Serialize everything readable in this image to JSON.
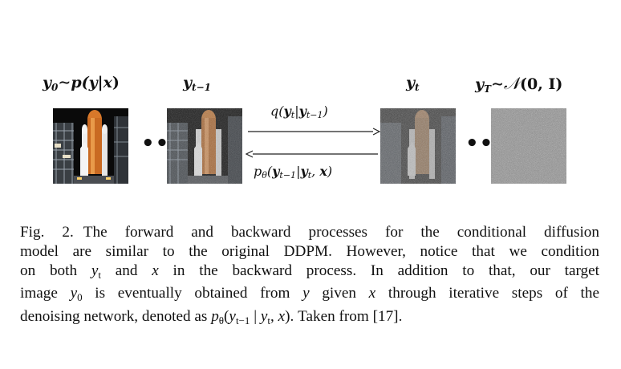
{
  "figure": {
    "labels": {
      "y0": {
        "var": "y",
        "sub": "0",
        "rel": "∼",
        "dist": "p(",
        "arg": "y",
        "bar": "|",
        "cond": "x",
        "close": ")"
      },
      "ytm1": {
        "var": "y",
        "sub": "t−1"
      },
      "yt": {
        "var": "y",
        "sub": "t"
      },
      "yT": {
        "var": "y",
        "sub": "T",
        "rel": "∼",
        "dist": "𝒩",
        "params": "(0, I)"
      }
    },
    "forward_label": {
      "fn": "q(",
      "arg": "y",
      "arg_sub": "t",
      "bar": "|",
      "cond": "y",
      "cond_sub": "t−1",
      "close": ")"
    },
    "backward_label": {
      "fn": "p",
      "fn_sub": "θ",
      "open": "(",
      "arg": "y",
      "arg_sub": "t−1",
      "bar": "|",
      "cond": "y",
      "cond_sub": "t",
      "comma": ", ",
      "cond2": "x",
      "close": ")"
    },
    "ellipsis": "••",
    "noise_levels": [
      0.0,
      0.35,
      0.6,
      1.0
    ]
  },
  "caption": {
    "fig_num": "Fig. 2.",
    "lines": [
      "The forward and backward processes for the conditional diffusion",
      "model are similar to the original DDPM. However, notice that we condition",
      [
        "on both ",
        {
          "v": "y",
          "s": "t"
        },
        " and ",
        {
          "v": "x"
        },
        " in the backward process. In addition to that, our target"
      ],
      [
        "image ",
        {
          "v": "y",
          "s": "0"
        },
        " is eventually obtained from ",
        {
          "v": "y"
        },
        " given ",
        {
          "v": "x"
        },
        " through iterative steps of the"
      ],
      [
        "denoising network, denoted as ",
        {
          "v": "p",
          "s": "θ"
        },
        "(",
        {
          "v": "y",
          "s": "t−1"
        },
        " | ",
        {
          "v": "y",
          "s": "t"
        },
        ", ",
        {
          "v": "x"
        },
        "). Taken from [17]."
      ]
    ]
  }
}
